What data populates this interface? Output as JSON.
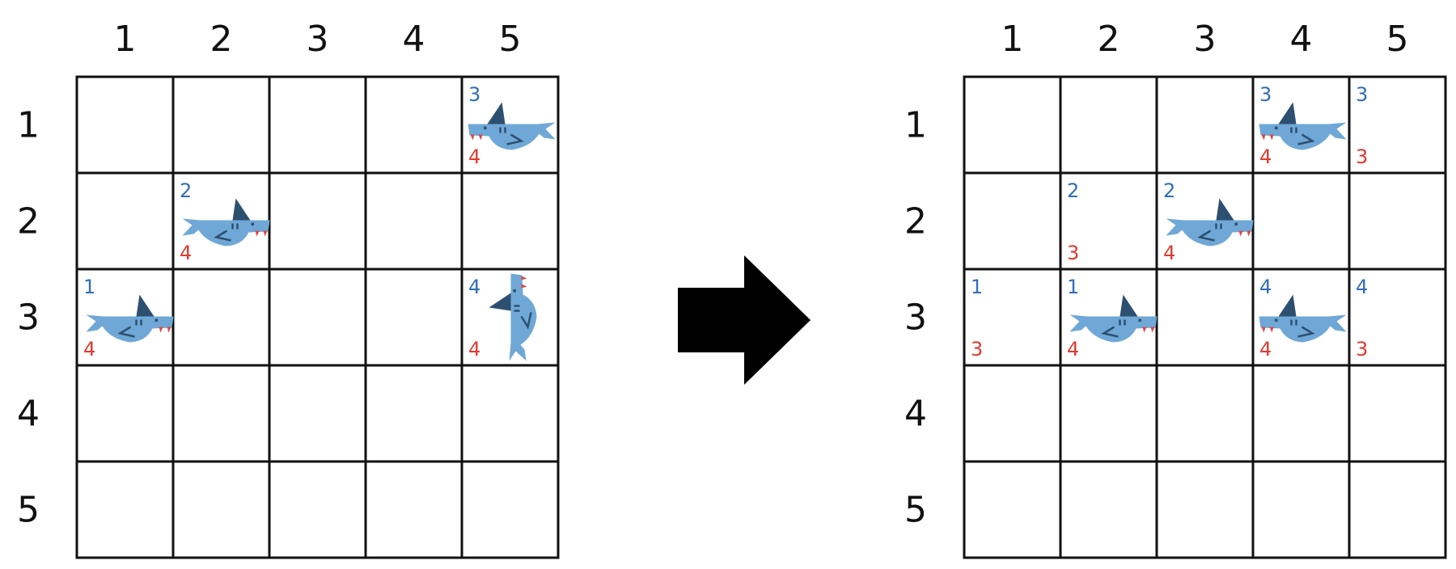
{
  "colors": {
    "id_number": "#2f6eb5",
    "count_number": "#e03a2f",
    "shark_body": "#6fa8d6",
    "shark_dark": "#2d4f70",
    "shark_teeth": "#e04444",
    "grid_line": "#111111",
    "arrow": "#000000"
  },
  "arrow_icon": "right-arrow-icon",
  "shark_icon": "shark-icon",
  "grids": [
    {
      "name": "before",
      "col_labels": [
        "1",
        "2",
        "3",
        "4",
        "5"
      ],
      "row_labels": [
        "1",
        "2",
        "3",
        "4",
        "5"
      ],
      "cells": [
        {
          "row": 1,
          "col": 5,
          "id": "3",
          "count": "4",
          "shark": true,
          "facing": "left"
        },
        {
          "row": 2,
          "col": 2,
          "id": "2",
          "count": "4",
          "shark": true,
          "facing": "right"
        },
        {
          "row": 3,
          "col": 1,
          "id": "1",
          "count": "4",
          "shark": true,
          "facing": "right"
        },
        {
          "row": 3,
          "col": 5,
          "id": "4",
          "count": "4",
          "shark": true,
          "facing": "up"
        }
      ]
    },
    {
      "name": "after",
      "col_labels": [
        "1",
        "2",
        "3",
        "4",
        "5"
      ],
      "row_labels": [
        "1",
        "2",
        "3",
        "4",
        "5"
      ],
      "cells": [
        {
          "row": 1,
          "col": 4,
          "id": "3",
          "count": "4",
          "shark": true,
          "facing": "left"
        },
        {
          "row": 1,
          "col": 5,
          "id": "3",
          "count": "3",
          "shark": false
        },
        {
          "row": 2,
          "col": 2,
          "id": "2",
          "count": "3",
          "shark": false
        },
        {
          "row": 2,
          "col": 3,
          "id": "2",
          "count": "4",
          "shark": true,
          "facing": "right"
        },
        {
          "row": 3,
          "col": 1,
          "id": "1",
          "count": "3",
          "shark": false
        },
        {
          "row": 3,
          "col": 2,
          "id": "1",
          "count": "4",
          "shark": true,
          "facing": "right"
        },
        {
          "row": 3,
          "col": 4,
          "id": "4",
          "count": "4",
          "shark": true,
          "facing": "left"
        },
        {
          "row": 3,
          "col": 5,
          "id": "4",
          "count": "3",
          "shark": false
        }
      ]
    }
  ]
}
